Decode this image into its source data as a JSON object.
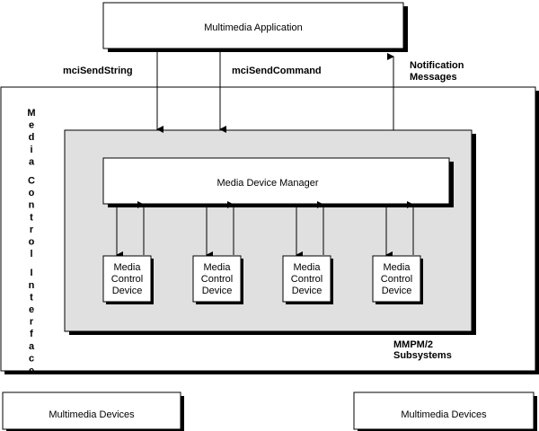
{
  "diagram": {
    "app_box": {
      "label": "Multimedia Application"
    },
    "arrows": {
      "send_string": "mciSendString",
      "send_command": "mciSendCommand",
      "notification_line1": "Notification",
      "notification_line2": "Messages"
    },
    "mci": {
      "vertical_label": "Media Control Interface"
    },
    "mdm": {
      "label": "Media Device Manager"
    },
    "devices": [
      {
        "lines": [
          "Media",
          "Control",
          "Device"
        ]
      },
      {
        "lines": [
          "Media",
          "Control",
          "Device"
        ]
      },
      {
        "lines": [
          "Media",
          "Control",
          "Device"
        ]
      },
      {
        "lines": [
          "Media",
          "Control",
          "Device"
        ]
      }
    ],
    "subsystems": {
      "line1": "MMPM/2",
      "line2": "Subsystems"
    },
    "mm_devices_left": {
      "label": "Multimedia Devices"
    },
    "mm_devices_right": {
      "label": "Multimedia Devices"
    },
    "colors": {
      "shaded_area": "#e0e0e0",
      "line": "#000000",
      "background": "#ffffff"
    }
  }
}
